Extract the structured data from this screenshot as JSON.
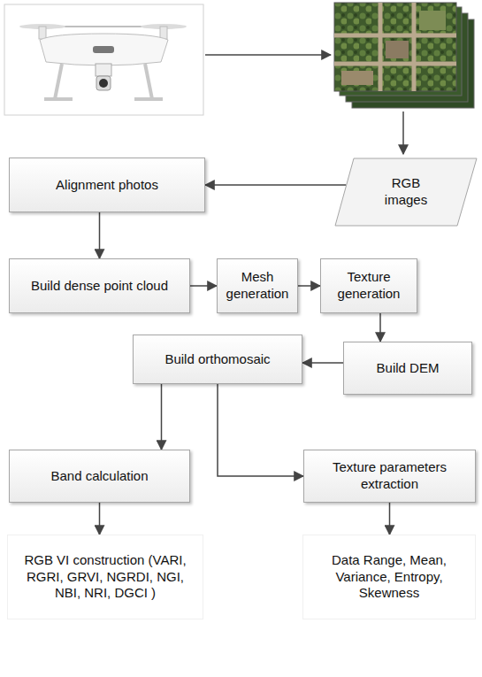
{
  "diagram": {
    "nodes": [
      {
        "text": [
          "Alignment photos"
        ]
      },
      {
        "text": [
          "RGB images"
        ]
      },
      {
        "text": [
          "Build dense point cloud"
        ]
      },
      {
        "text": [
          "Mesh generation"
        ]
      },
      {
        "text": [
          "Texture generation"
        ]
      },
      {
        "text": [
          "Build orthomosaic"
        ]
      },
      {
        "text": [
          "Build DEM"
        ]
      },
      {
        "text": [
          "Band calculation"
        ]
      },
      {
        "text": [
          "Texture parameters extraction"
        ]
      },
      {
        "text": [
          "RGB VI construction (VARI, RGRI, GRVI, NGRDI, NGI, NBI, NRI, DGCI )"
        ]
      },
      {
        "text": [
          "Data Range, Mean, Variance, Entropy, Skewness"
        ]
      }
    ],
    "edges": [
      {
        "from": 1,
        "to": 0,
        "arrow": "to"
      },
      {
        "from": 0,
        "to": 2,
        "arrow": "to"
      },
      {
        "from": 2,
        "to": 3,
        "arrow": "to"
      },
      {
        "from": 3,
        "to": 4,
        "arrow": "to"
      },
      {
        "from": 4,
        "to": 6,
        "arrow": "to"
      },
      {
        "from": 6,
        "to": 5,
        "arrow": "to"
      },
      {
        "from": 5,
        "to": 7,
        "arrow": "to"
      },
      {
        "from": 5,
        "to": 8,
        "arrow": "to"
      },
      {
        "from": 7,
        "to": 9,
        "arrow": "to"
      },
      {
        "from": 8,
        "to": 10,
        "arrow": "to"
      }
    ]
  }
}
